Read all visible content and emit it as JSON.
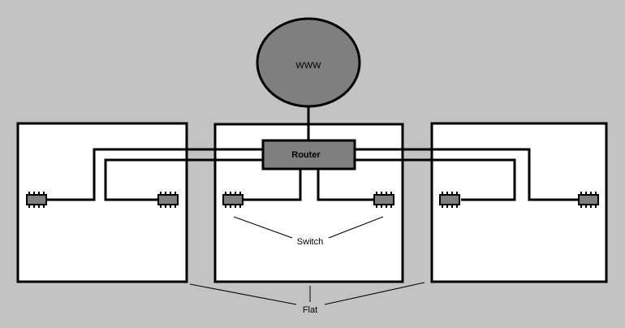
{
  "cloud": {
    "label": "WWW",
    "fill": "#7f7f7f"
  },
  "router": {
    "label": "Router",
    "fill": "#7f7f7f"
  },
  "switch_callout": {
    "label": "Switch"
  },
  "flat_callout": {
    "label": "Flat"
  },
  "colors": {
    "background": "#c3c3c3",
    "flat_fill": "#ffffff",
    "line": "#000000",
    "switch_body": "#7f7f7f"
  },
  "flats": [
    "left-flat",
    "center-flat",
    "right-flat"
  ],
  "switch_icon": "switch-port-icon"
}
